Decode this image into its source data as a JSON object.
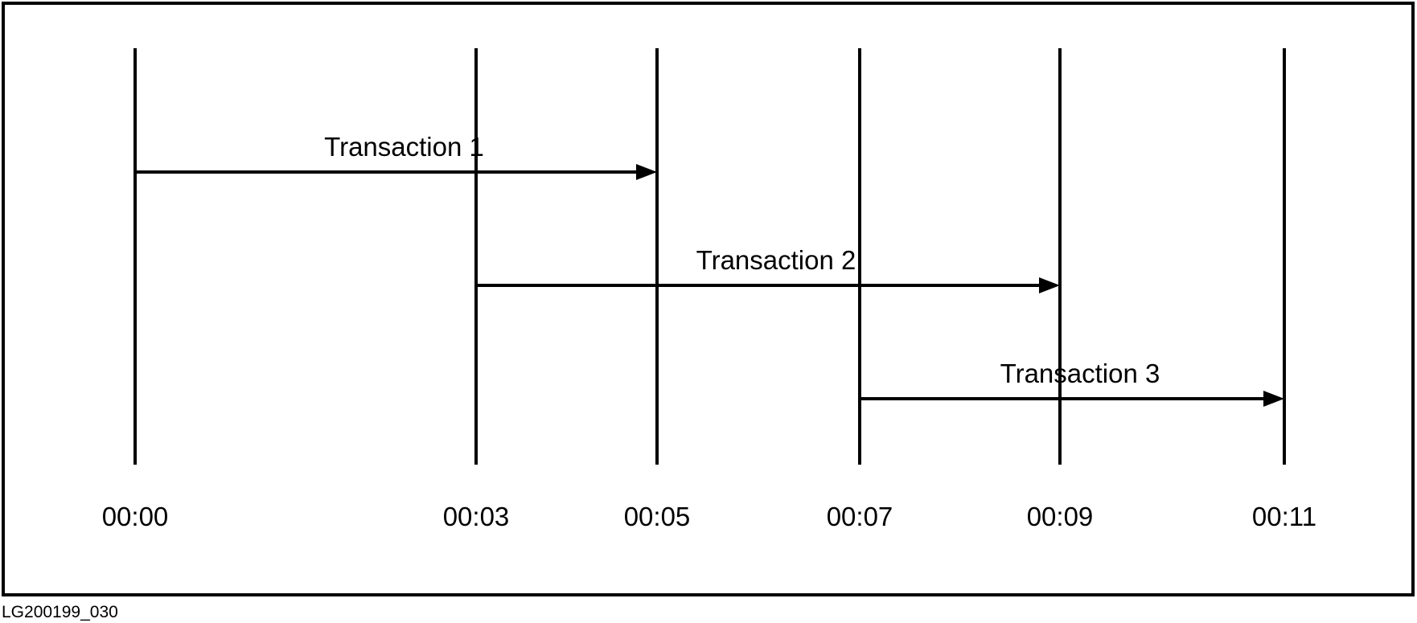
{
  "timeline": {
    "ticks": [
      {
        "time": 0,
        "label": "00:00"
      },
      {
        "time": 3,
        "label": "00:03"
      },
      {
        "time": 5,
        "label": "00:05"
      },
      {
        "time": 7,
        "label": "00:07"
      },
      {
        "time": 9,
        "label": "00:09"
      },
      {
        "time": 11,
        "label": "00:11"
      }
    ],
    "transactions": [
      {
        "label": "Transaction 1",
        "start": 0,
        "end": 5
      },
      {
        "label": "Transaction 2",
        "start": 3,
        "end": 9
      },
      {
        "label": "Transaction 3",
        "start": 7,
        "end": 11
      }
    ]
  },
  "figure_id": "LG200199_030",
  "colors": {
    "ink": "#000000",
    "background": "#ffffff"
  }
}
